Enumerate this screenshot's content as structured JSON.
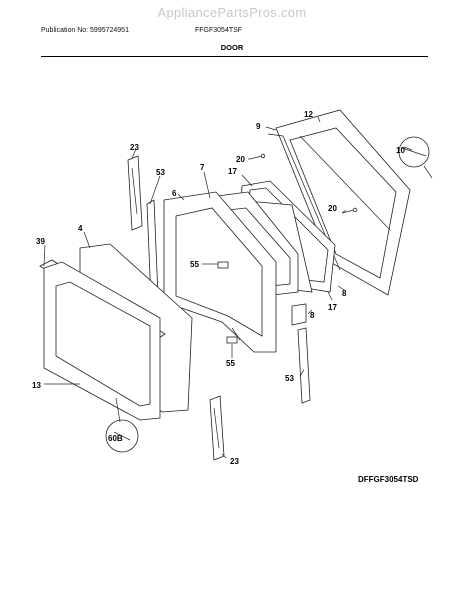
{
  "watermark": "AppliancePartsPros.com",
  "header": {
    "publication": "Publication No: 5995724951",
    "model": "FFGF3054TSF"
  },
  "section_title": "DOOR",
  "diagram_ref": "DFFGF3054TSD",
  "callouts": {
    "c9": "9",
    "c12": "12",
    "c10": "10",
    "c20a": "20",
    "c20b": "20",
    "c17a": "17",
    "c17b": "17",
    "c7": "7",
    "c6": "6",
    "c53a": "53",
    "c53b": "53",
    "c23a": "23",
    "c23b": "23",
    "c4": "4",
    "c39": "39",
    "c55a": "55",
    "c55b": "55",
    "c8a": "8",
    "c8b": "8",
    "c13": "13",
    "c60B": "60B"
  }
}
